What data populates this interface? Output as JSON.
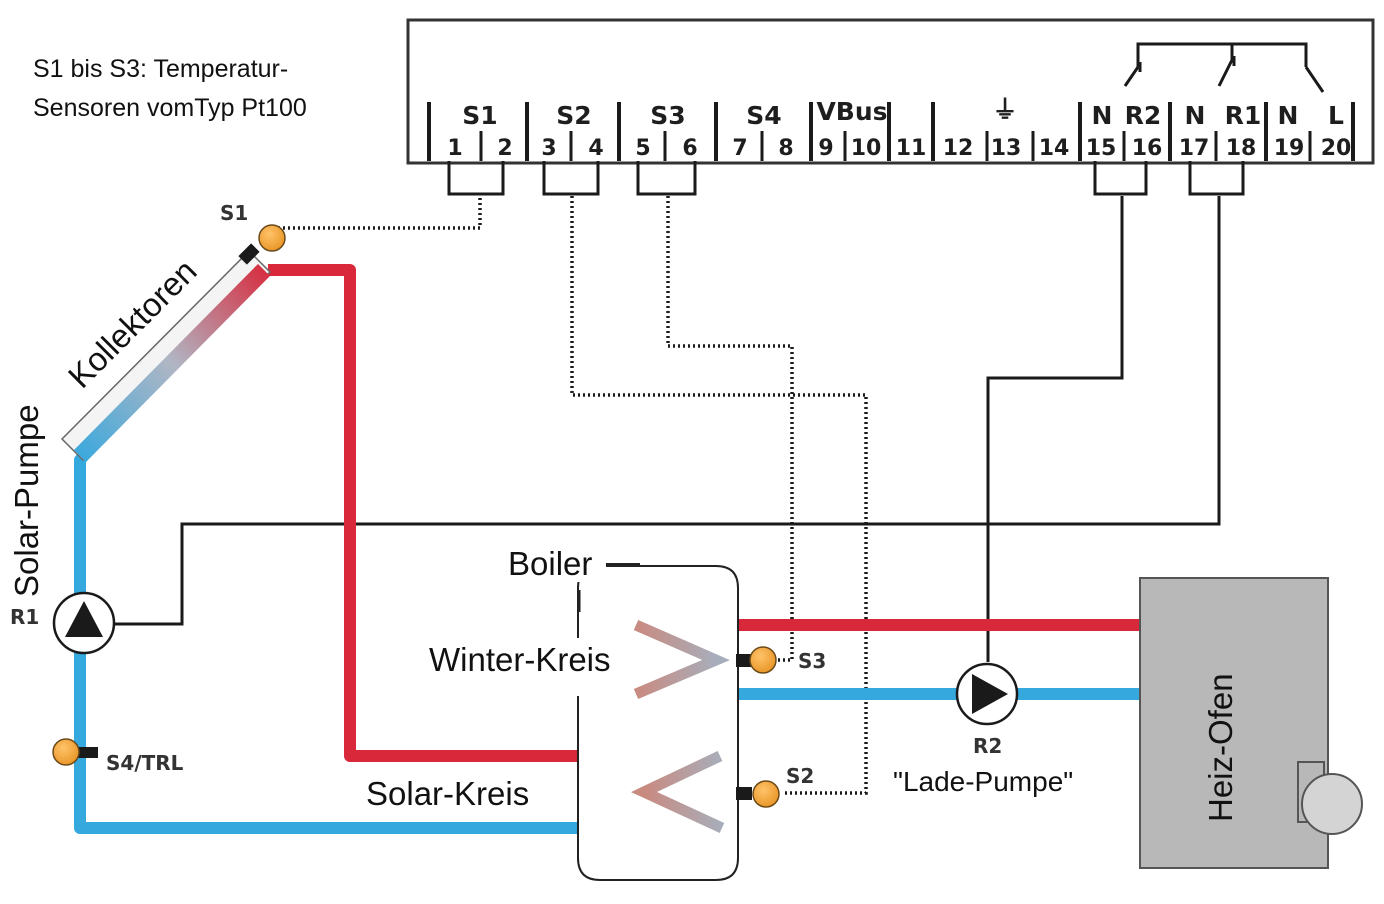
{
  "note": {
    "line1": "S1 bis S3: Temperatur-",
    "line2": "Sensoren vomTyp Pt100"
  },
  "controller": {
    "groups": [
      "S1",
      "S2",
      "S3",
      "S4",
      "VBus",
      "⏚",
      "N",
      "R2",
      "N",
      "R1",
      "N",
      "L"
    ],
    "terminals": [
      "1",
      "2",
      "3",
      "4",
      "5",
      "6",
      "7",
      "8",
      "9",
      "10",
      "11",
      "12",
      "13",
      "14",
      "15",
      "16",
      "17",
      "18",
      "19",
      "20"
    ]
  },
  "labels": {
    "kollektoren": "Kollektoren",
    "solar_pumpe": "Solar-Pumpe",
    "r1": "R1",
    "s1": "S1",
    "s2": "S2",
    "s3": "S3",
    "s4trl": "S4/TRL",
    "boiler": "Boiler",
    "winter_kreis": "Winter-Kreis",
    "solar_kreis": "Solar-Kreis",
    "r2": "R2",
    "lade_pumpe": "\"Lade-Pumpe\"",
    "heiz_ofen": "Heiz-Ofen"
  },
  "colors": {
    "hot": "#d8283a",
    "cold": "#35a8de",
    "sensor": "#f3a43a",
    "furnace": "#b8b8b8"
  }
}
